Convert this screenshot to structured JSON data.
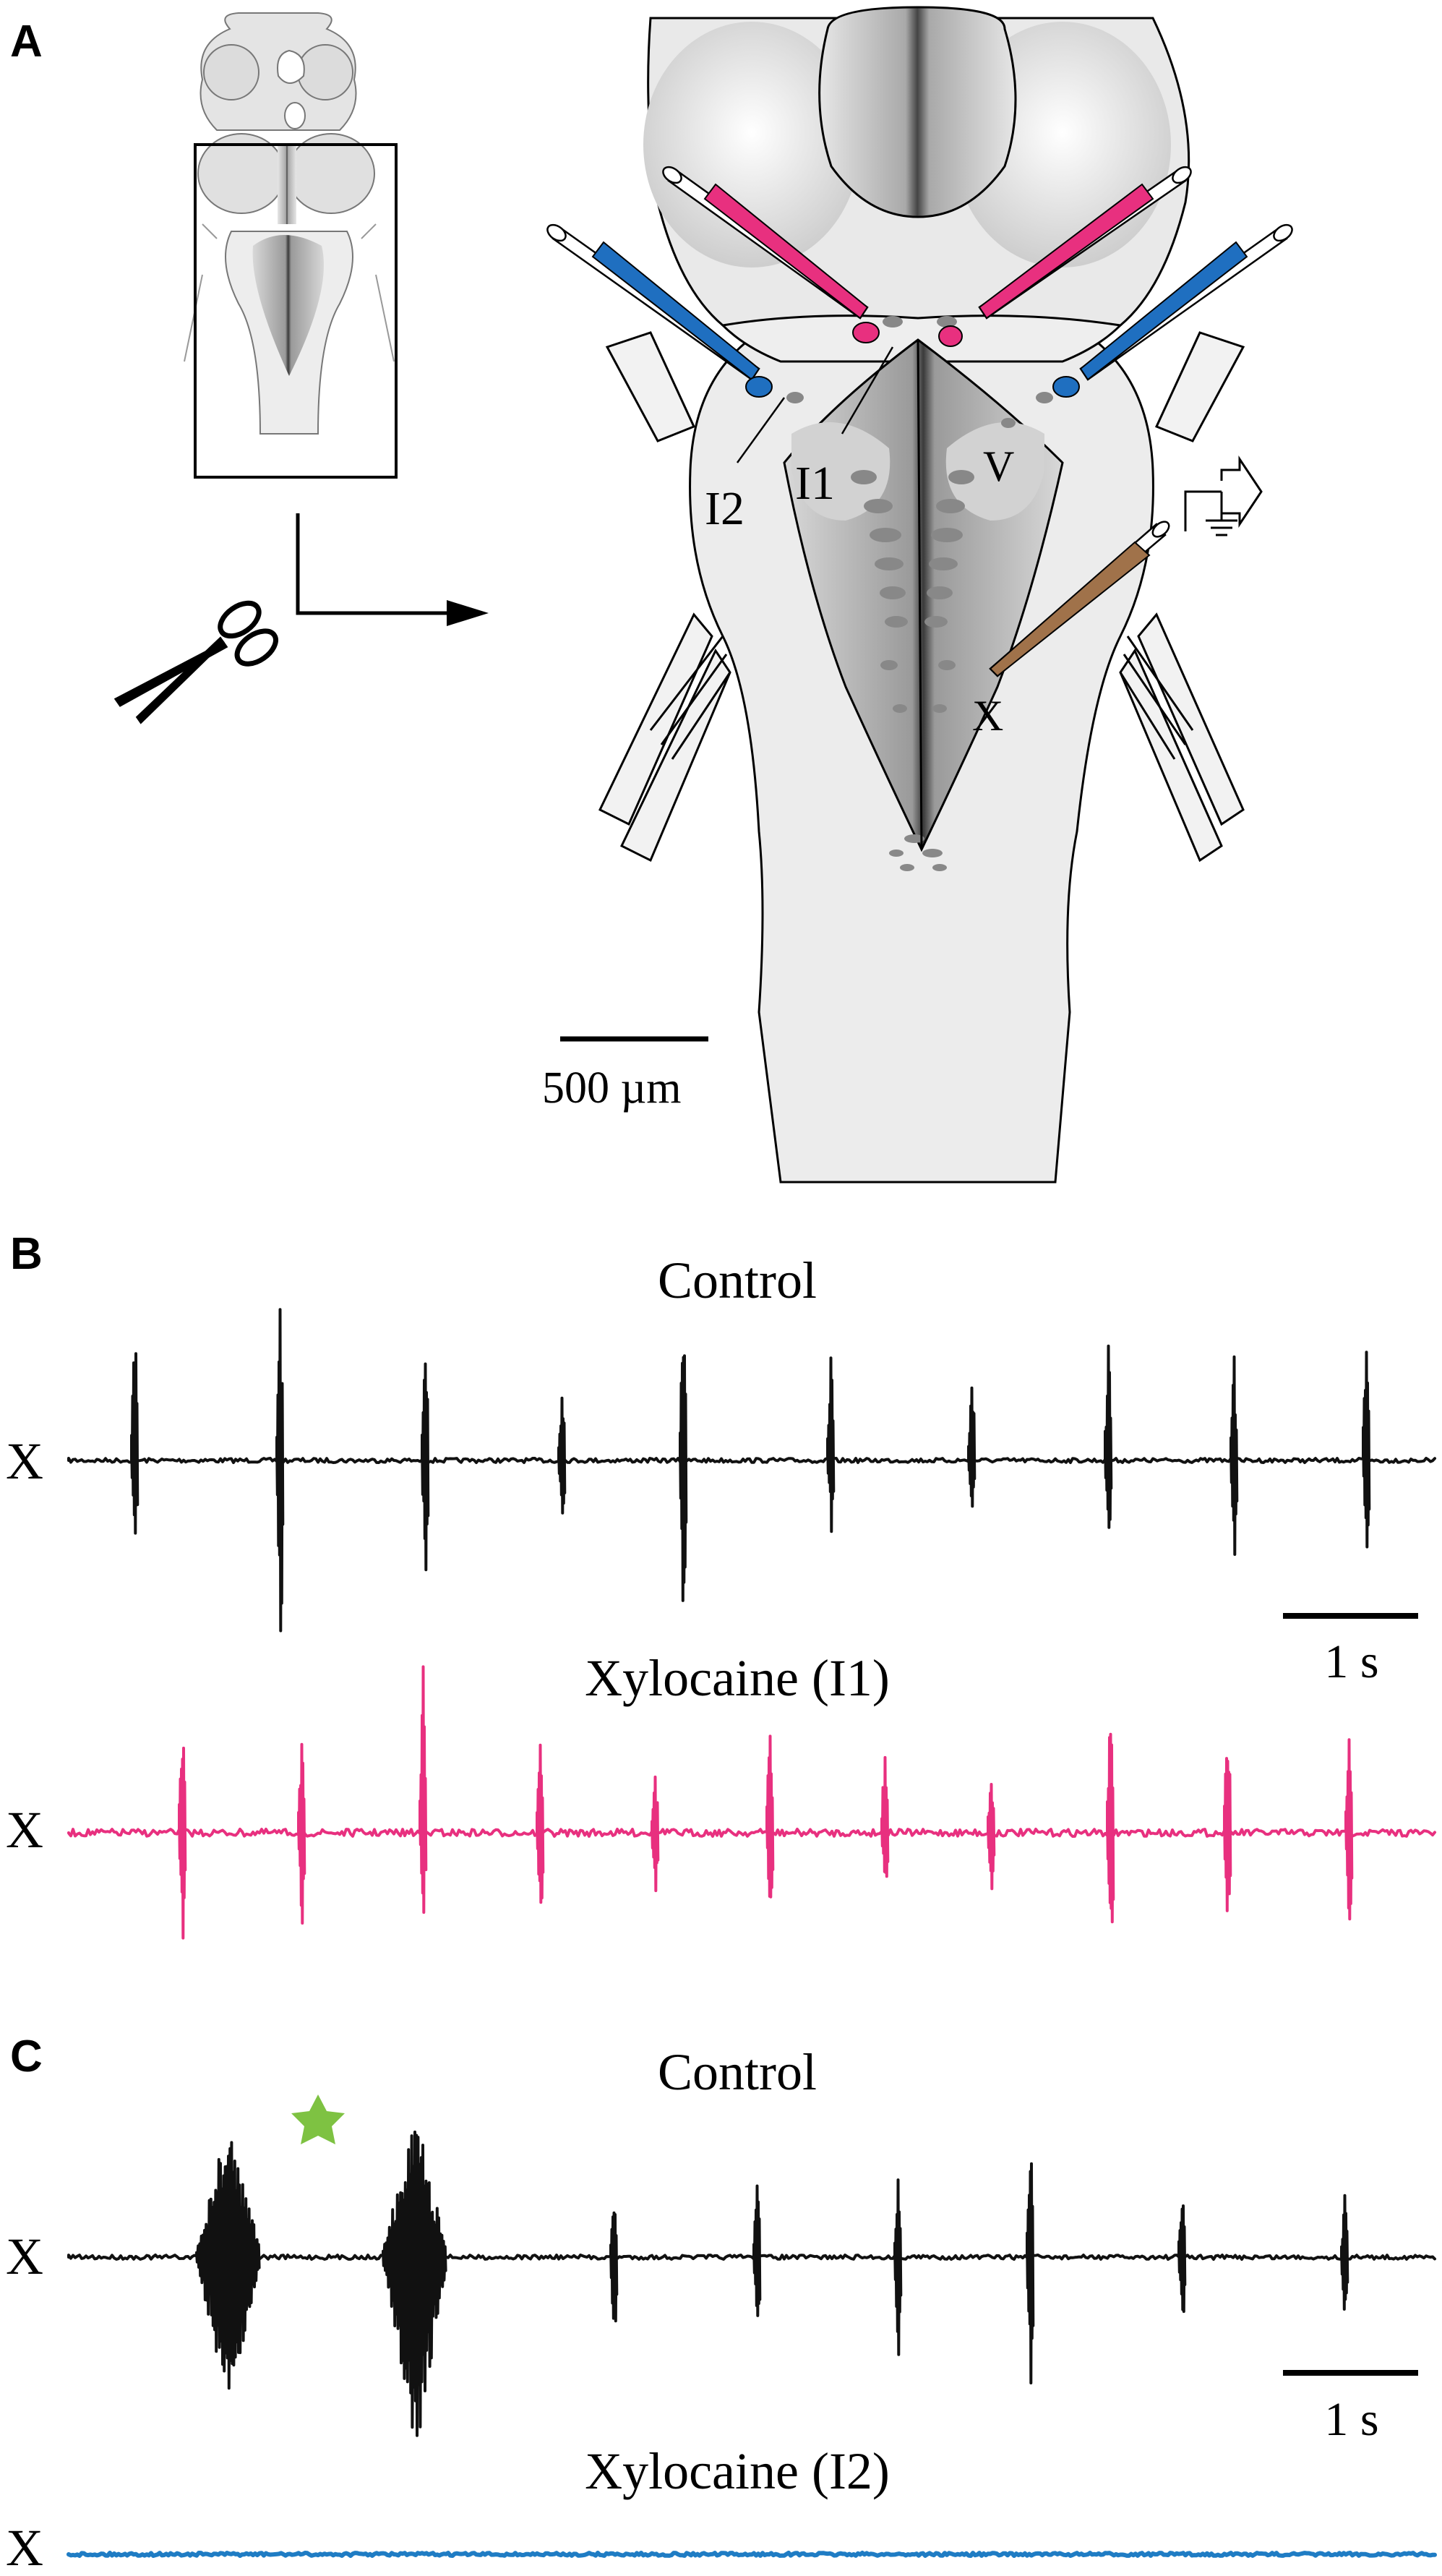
{
  "panel_a": {
    "letter": "A",
    "labels": {
      "i1": "I1",
      "i2": "I2",
      "v": "V",
      "x": "X"
    },
    "scale_bar_label": "500 µm",
    "icons": [
      "scissors-icon",
      "arrow-right-icon",
      "ground-icon"
    ]
  },
  "panel_b": {
    "letter": "B",
    "title_control": "Control",
    "title_drug": "Xylocaine (I1)",
    "trace_label_control": "X",
    "trace_label_drug": "X",
    "scale_bar_label": "1 s"
  },
  "panel_c": {
    "letter": "C",
    "title_control": "Control",
    "title_drug": "Xylocaine (I2)",
    "trace_label_control": "X",
    "trace_label_drug": "X",
    "scale_bar_label": "1 s",
    "marker_icon": "star-icon"
  },
  "colors": {
    "i1_pipette": "#e8307f",
    "i2_pipette": "#1f6fc0",
    "x_electrode": "#a0724a",
    "trace_control": "#111111",
    "trace_i1": "#e8307f",
    "trace_i2": "#1f7cc4",
    "star": "#7ec242"
  }
}
